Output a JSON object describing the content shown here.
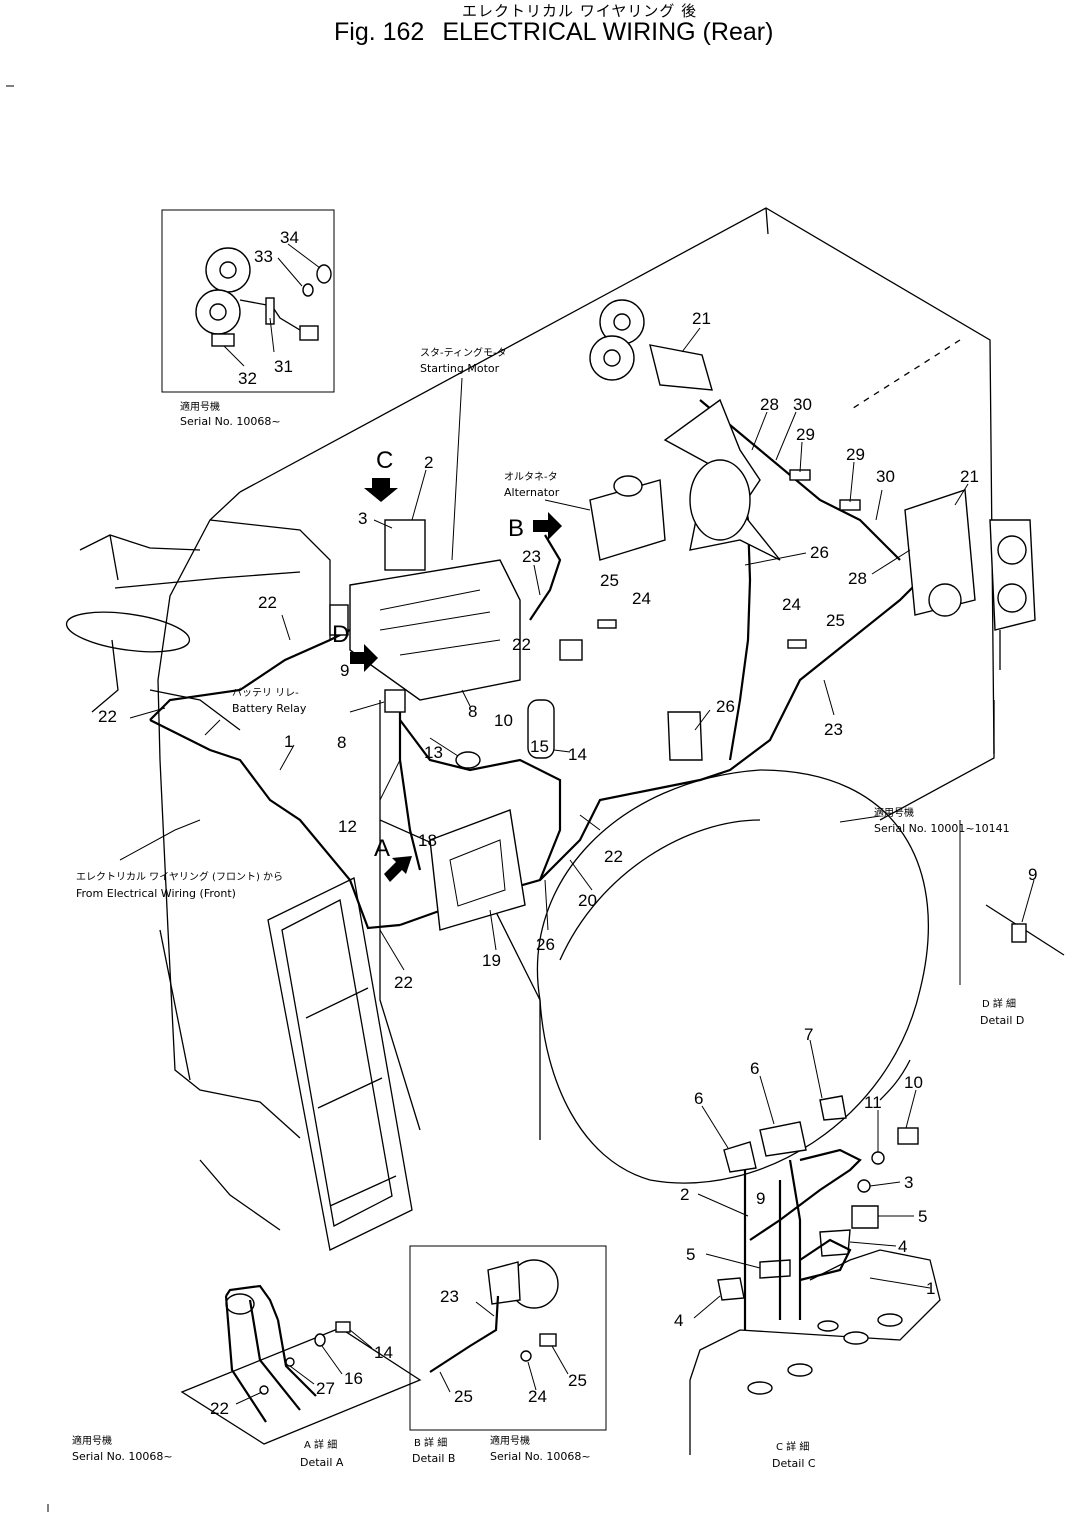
{
  "header": {
    "title_jp": "エレクトリカル ワイヤリング 後",
    "fig_no": "Fig. 162",
    "fig_title": "ELECTRICAL WIRING (Rear)"
  },
  "callouts": {
    "starting_motor": {
      "jp": "スタ-ティングモ-タ",
      "en": "Starting Motor"
    },
    "alternator": {
      "jp": "オルタネ-タ",
      "en": "Alternator"
    },
    "battery_relay": {
      "jp": "バッテリ リレ-",
      "en": "Battery Relay"
    },
    "from_front": {
      "jp": "エレクトリカル ワイヤリング (フロント) から",
      "en": "From Electrical Wiring (Front)"
    },
    "serial_inset_top": {
      "jp": "適用号機",
      "en": "Serial No. 10068~"
    },
    "serial_right": {
      "jp": "適用号機",
      "en": "Serial No. 10001~10141"
    }
  },
  "details": {
    "detail_a": {
      "jp": "A 詳 細",
      "en": "Detail A",
      "serial_jp": "適用号機",
      "serial": "Serial No. 10068~"
    },
    "detail_b": {
      "jp": "B 詳 細",
      "en": "Detail B",
      "serial_jp": "適用号機",
      "serial": "Serial No. 10068~"
    },
    "detail_c": {
      "jp": "C 詳 細",
      "en": "Detail C"
    },
    "detail_d": {
      "jp": "D 詳 細",
      "en": "Detail D"
    }
  },
  "view_letters": [
    "A",
    "B",
    "C",
    "D"
  ],
  "part_numbers": {
    "inset_top": [
      "34",
      "33",
      "31",
      "32"
    ],
    "main": [
      "2",
      "3",
      "21",
      "28",
      "30",
      "29",
      "29",
      "30",
      "21",
      "22",
      "22",
      "23",
      "25",
      "24",
      "26",
      "28",
      "24",
      "25",
      "9",
      "8",
      "10",
      "15",
      "14",
      "26",
      "23",
      "1",
      "22",
      "13",
      "8",
      "12",
      "18",
      "22",
      "20",
      "19",
      "26",
      "22"
    ],
    "detail_d": [
      "9"
    ],
    "detail_c": [
      "7",
      "6",
      "6",
      "10",
      "11",
      "3",
      "2",
      "5",
      "5",
      "4",
      "4",
      "9",
      "1"
    ],
    "detail_a": [
      "14",
      "16",
      "27",
      "22"
    ],
    "detail_b": [
      "23",
      "25",
      "24",
      "25"
    ]
  }
}
